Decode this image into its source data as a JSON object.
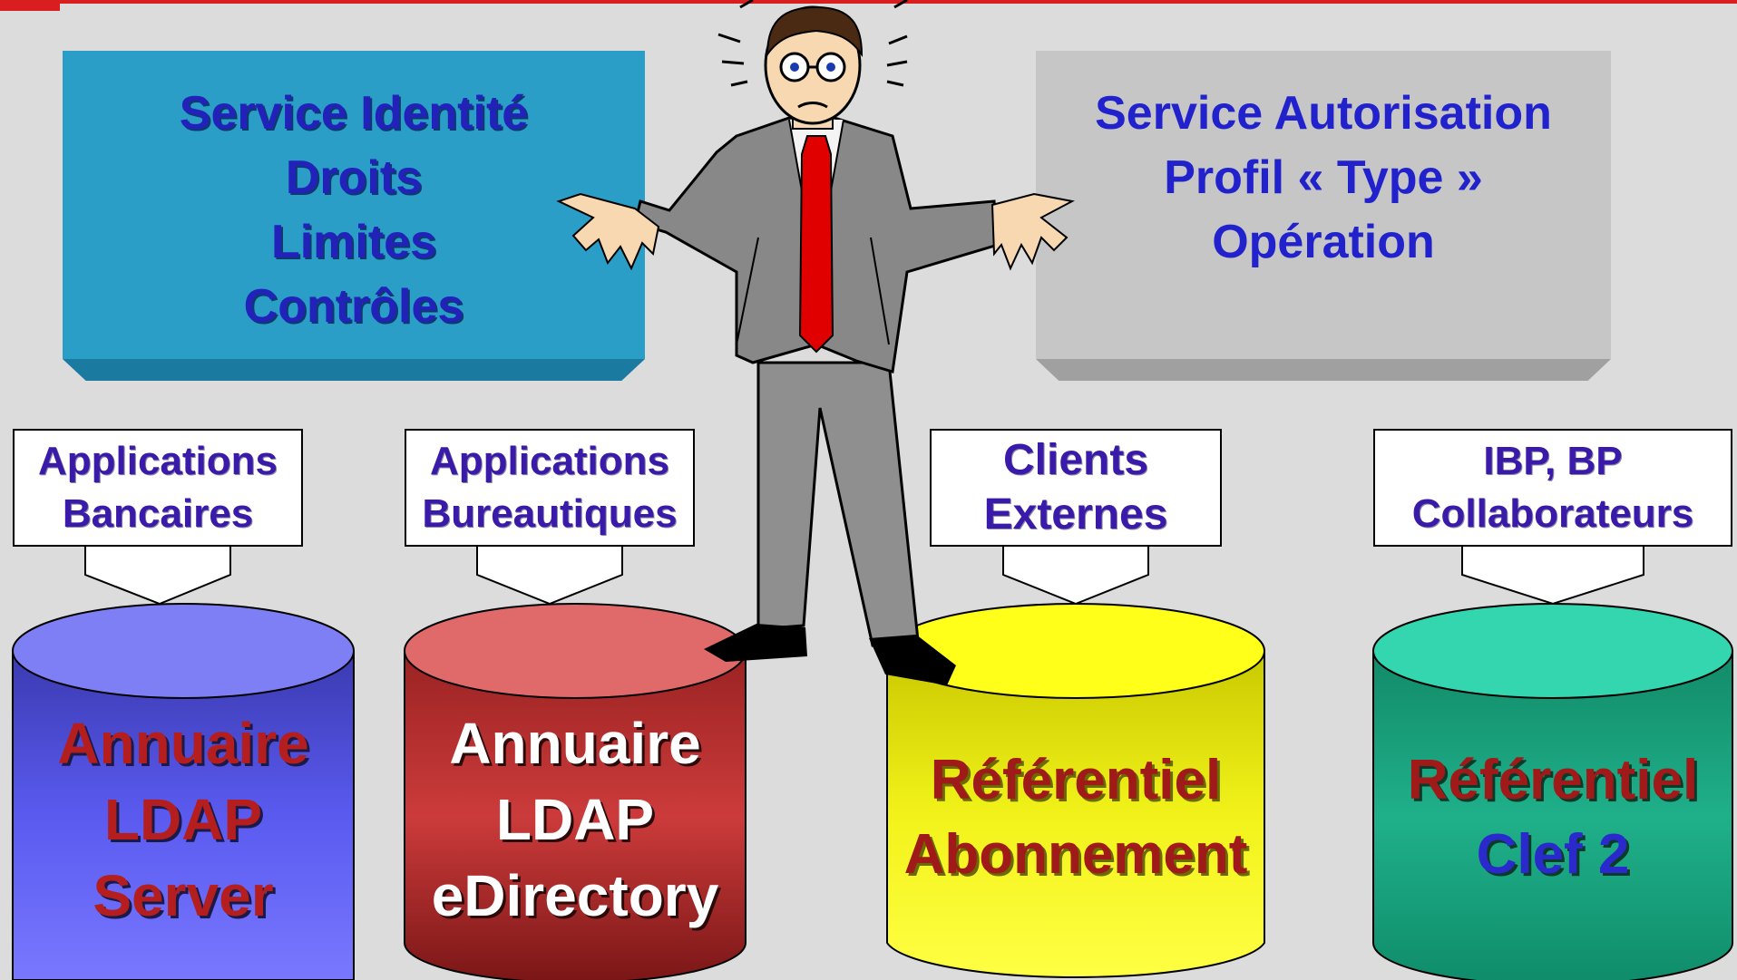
{
  "service_identite": {
    "lines": [
      "Service Identité",
      "Droits",
      "Limites",
      "Contrôles"
    ]
  },
  "service_autorisation": {
    "lines": [
      "Service Autorisation",
      "Profil « Type »",
      "Opération"
    ]
  },
  "callouts": [
    {
      "lines": [
        "Applications",
        "Bancaires"
      ]
    },
    {
      "lines": [
        "Applications",
        "Bureautiques"
      ]
    },
    {
      "lines": [
        "Clients",
        "Externes"
      ]
    },
    {
      "lines": [
        "IBP, BP",
        "Collaborateurs"
      ]
    }
  ],
  "databases": [
    {
      "lines": [
        "Annuaire",
        "LDAP",
        "Server"
      ],
      "color": "#5a5af0"
    },
    {
      "lines": [
        "Annuaire",
        "LDAP",
        "eDirectory"
      ],
      "color": "#cc3b3b"
    },
    {
      "lines": [
        "Référentiel",
        "Abonnement"
      ],
      "color": "#f2f21a"
    },
    {
      "lines": [
        "Référentiel",
        "Clef 2"
      ],
      "color": "#1fb08a"
    }
  ],
  "colors": {
    "accent_red": "#d81e1e",
    "identity_box": "#2a9ec7",
    "authorization_box": "#c6c6c6"
  },
  "icons": {
    "figure": "confused-businessman-icon"
  }
}
